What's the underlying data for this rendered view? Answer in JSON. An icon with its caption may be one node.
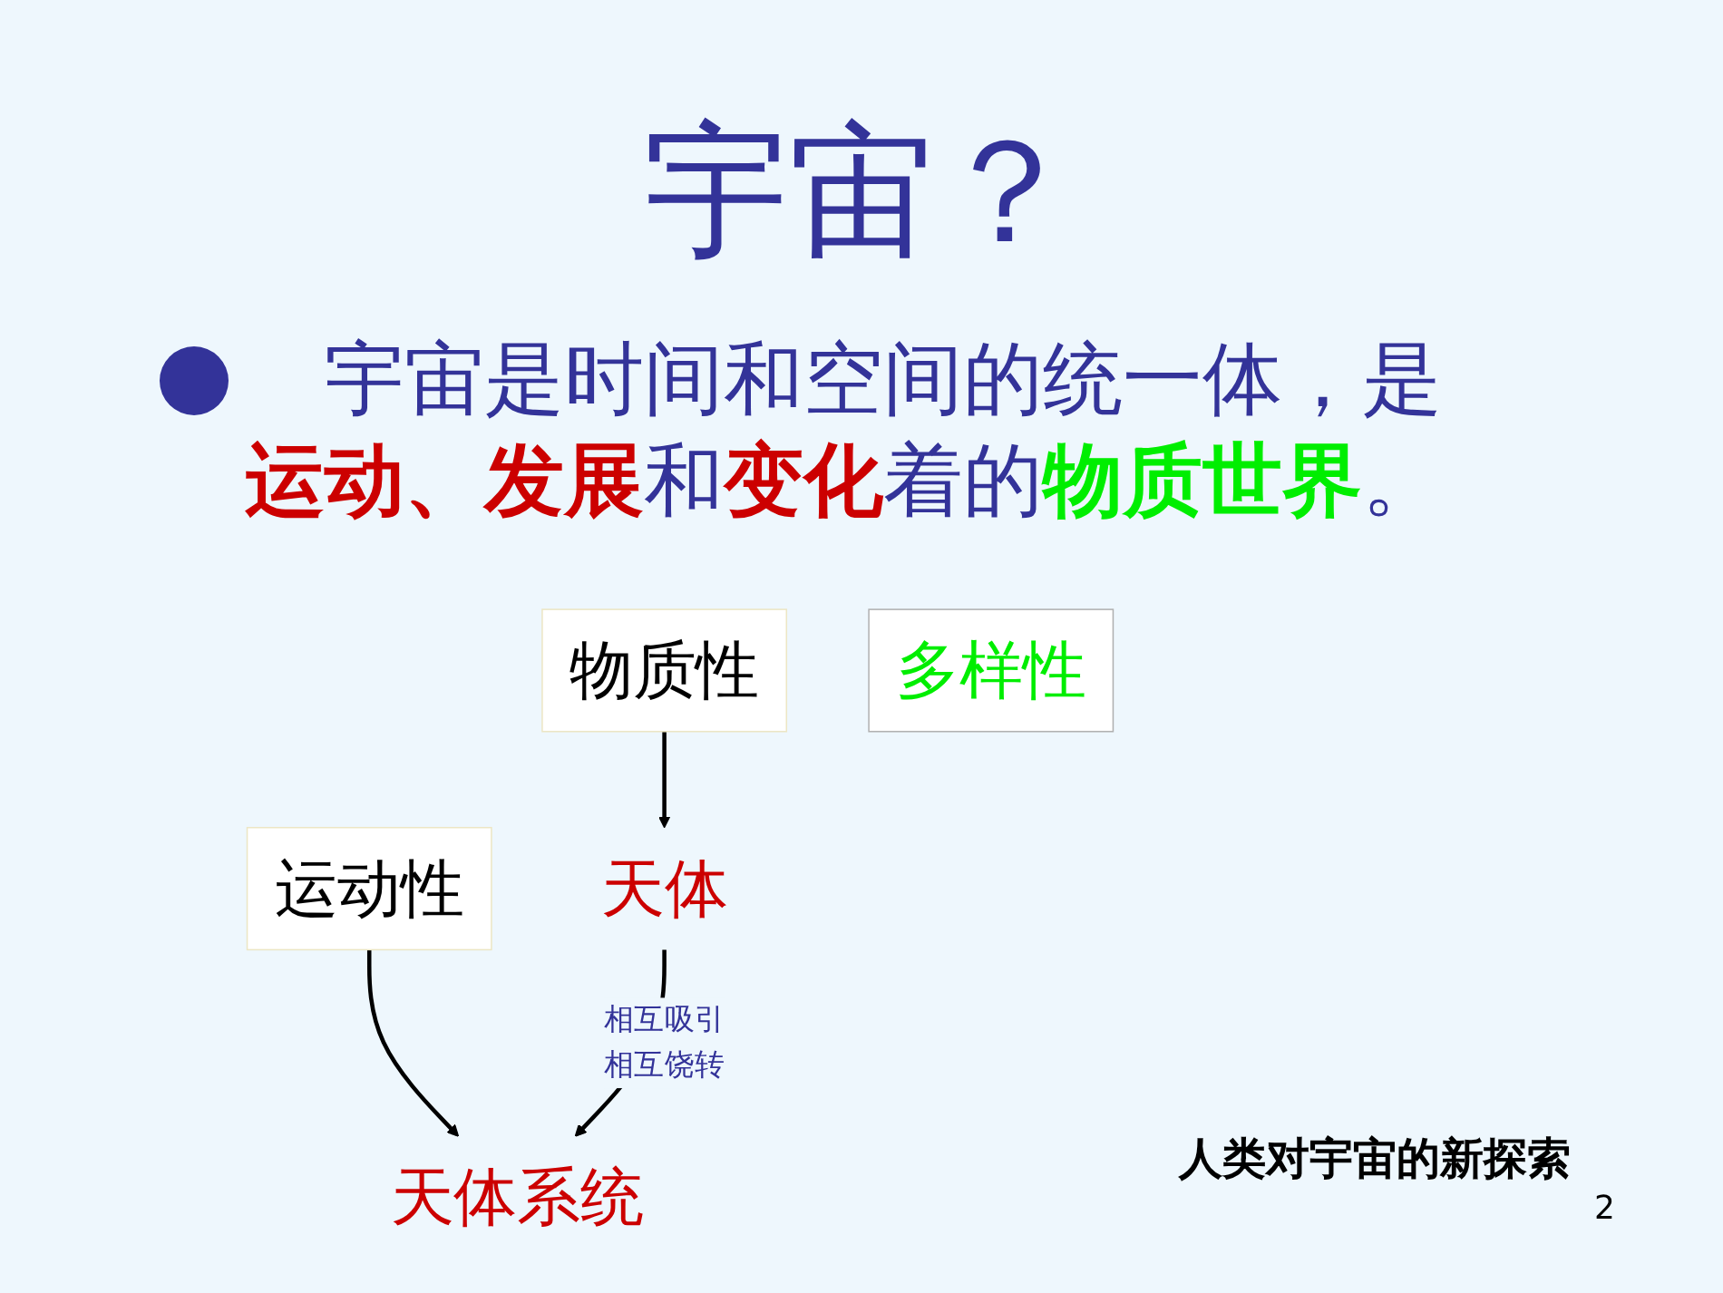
{
  "diagram": {
    "title": "宇宙？",
    "nodes": [
      {
        "text": [
          "物质性"
        ]
      },
      {
        "text": [
          "运动性"
        ]
      },
      {
        "text": [
          "天体"
        ]
      },
      {
        "text": [
          "天体系统"
        ]
      },
      {
        "text": [
          "多样性"
        ]
      }
    ],
    "edges": [
      {
        "from": 0,
        "to": 2,
        "arrow": "to"
      },
      {
        "from": 1,
        "to": 3,
        "arrow": "to"
      },
      {
        "from": 2,
        "to": 3,
        "arrow": "to",
        "label": "相互吸引相互饶转"
      }
    ],
    "labels": [
      "宇宙是时间和空间的统一体，是**运动、发展**和**变化**着的**物质世界**。",
      "人类对宇宙的新探索",
      "2"
    ]
  }
}
